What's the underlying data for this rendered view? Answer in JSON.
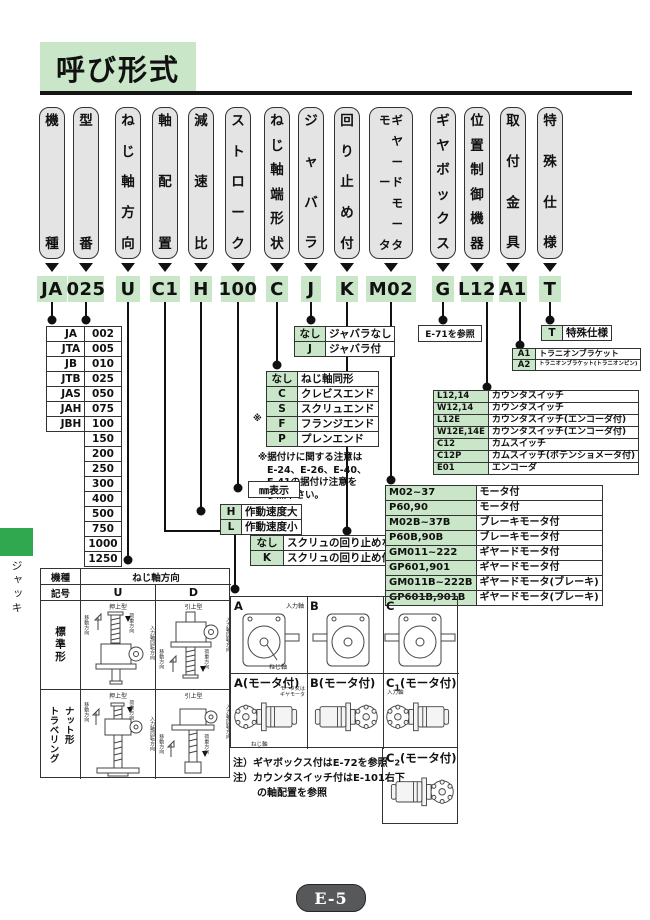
{
  "page": {
    "title": "呼び形式",
    "footer": "E-5",
    "side_tab": "ジャッキ"
  },
  "columns": [
    {
      "label": "機種",
      "code": "JA"
    },
    {
      "label": "型番",
      "code": "025"
    },
    {
      "label": "ねじ軸方向",
      "code": "U"
    },
    {
      "label": "軸配置",
      "code": "C1"
    },
    {
      "label": "減速比",
      "code": "H"
    },
    {
      "label": "ストローク",
      "code": "100"
    },
    {
      "label": "ねじ軸端形状",
      "code": "C"
    },
    {
      "label": "ジャバラ",
      "code": "J"
    },
    {
      "label": "回り止め付",
      "code": "K"
    },
    {
      "label": "ギヤードモータ",
      "label2": "モータ",
      "code": "M02"
    },
    {
      "label": "ギヤボックス",
      "code": "G"
    },
    {
      "label": "位置制御機器",
      "code": "L12"
    },
    {
      "label": "取付金具",
      "code": "A1"
    },
    {
      "label": "特殊仕様",
      "code": "T"
    }
  ],
  "machine_types": [
    "JA",
    "JTA",
    "JB",
    "JTB",
    "JAS",
    "JAH",
    "JBH"
  ],
  "model_numbers": [
    "002",
    "005",
    "010",
    "025",
    "050",
    "075",
    "100",
    "150",
    "200",
    "250",
    "300",
    "400",
    "500",
    "750",
    "1000",
    "1250"
  ],
  "bellows": {
    "rows": [
      {
        "code": "なし",
        "desc": "ジャバラなし"
      },
      {
        "code": "J",
        "desc": "ジャバラ付"
      }
    ]
  },
  "shaft_end": {
    "rows": [
      {
        "code": "なし",
        "desc": "ねじ軸同形"
      },
      {
        "code": "C",
        "desc": "クレビスエンド"
      },
      {
        "code": "S",
        "desc": "スクリュエンド"
      },
      {
        "code": "F",
        "desc": "フランジエンド"
      },
      {
        "code": "P",
        "desc": "プレンエンド"
      }
    ],
    "mark": "※",
    "note1": "※据付けに関する注意は",
    "note2": "E-24、E-26、E-40、",
    "note3": "E-41の据付け注意を",
    "note4": "参照下さい。"
  },
  "stroke_note": "㎜表示",
  "speed": {
    "rows": [
      {
        "code": "H",
        "desc": "作動速度大"
      },
      {
        "code": "L",
        "desc": "作動速度小"
      }
    ]
  },
  "rotation_stop": {
    "rows": [
      {
        "code": "なし",
        "desc": "スクリュの回り止めなし"
      },
      {
        "code": "K",
        "desc": "スクリュの回り止め付"
      }
    ]
  },
  "motor": {
    "rows": [
      {
        "code": "M02~37",
        "desc": "モータ付"
      },
      {
        "code": "P60,90",
        "desc": "モータ付"
      },
      {
        "code": "M02B~37B",
        "desc": "ブレーキモータ付"
      },
      {
        "code": "P60B,90B",
        "desc": "ブレーキモータ付"
      },
      {
        "code": "GM011~222",
        "desc": "ギヤードモータ付"
      },
      {
        "code": "GP601,901",
        "desc": "ギヤードモータ付"
      },
      {
        "code": "GM011B~222B",
        "desc": "ギヤードモータ(ブレーキ)"
      },
      {
        "code": "GP601B,901B",
        "desc": "ギヤードモータ(ブレーキ)"
      }
    ]
  },
  "gearbox_ref": "E-71を参照",
  "position_ctrl": {
    "rows": [
      {
        "code": "L12,14",
        "desc": "カウンタスイッチ"
      },
      {
        "code": "W12,14",
        "desc": "カウンタスイッチ"
      },
      {
        "code": "L12E",
        "desc": "カウンタスイッチ(エンコーダ付)"
      },
      {
        "code": "W12E,14E",
        "desc": "カウンタスイッチ(エンコーダ付)"
      },
      {
        "code": "C12",
        "desc": "カムスイッチ"
      },
      {
        "code": "C12P",
        "desc": "カムスイッチ(ポテンショメータ付)"
      },
      {
        "code": "E01",
        "desc": "エンコーダ"
      }
    ]
  },
  "mounting": {
    "rows": [
      {
        "code": "A1",
        "desc": "トラニオンブラケット"
      },
      {
        "code": "A2",
        "desc": "トラニオンブラケット(トラニオンピン)"
      }
    ]
  },
  "special": {
    "code": "T",
    "desc": "特殊仕様"
  },
  "direction_table": {
    "h_kishu": "機種",
    "h_dir": "ねじ軸方向",
    "h_kigou": "記号",
    "u": "U",
    "d": "D",
    "row1": "標準形",
    "row2a": "ナット形",
    "row2b": "トラベリング",
    "push": "押上型",
    "pull": "引上型",
    "move": "移動方向",
    "load": "荷重方向",
    "rot": "入力軸回転方向"
  },
  "arrangement": {
    "a": "A",
    "b": "B",
    "c": "C",
    "am": "A(モータ付)",
    "bm": "B(モータ付)",
    "c1_pre": "C",
    "c1_sub": "1",
    "c2_pre": "C",
    "c2_sub": "2",
    "m_suffix": "(モータ付)",
    "input_shaft": "入力軸",
    "screw_shaft": "ねじ軸",
    "motor_l1": "モータ又は",
    "motor_l2": "ギヤモータ",
    "note1": "注）ギヤボックス付はE-72を参照",
    "note2": "注）カウンタスイッチ付はE-101右下",
    "note3": "の軸配置を参照"
  }
}
